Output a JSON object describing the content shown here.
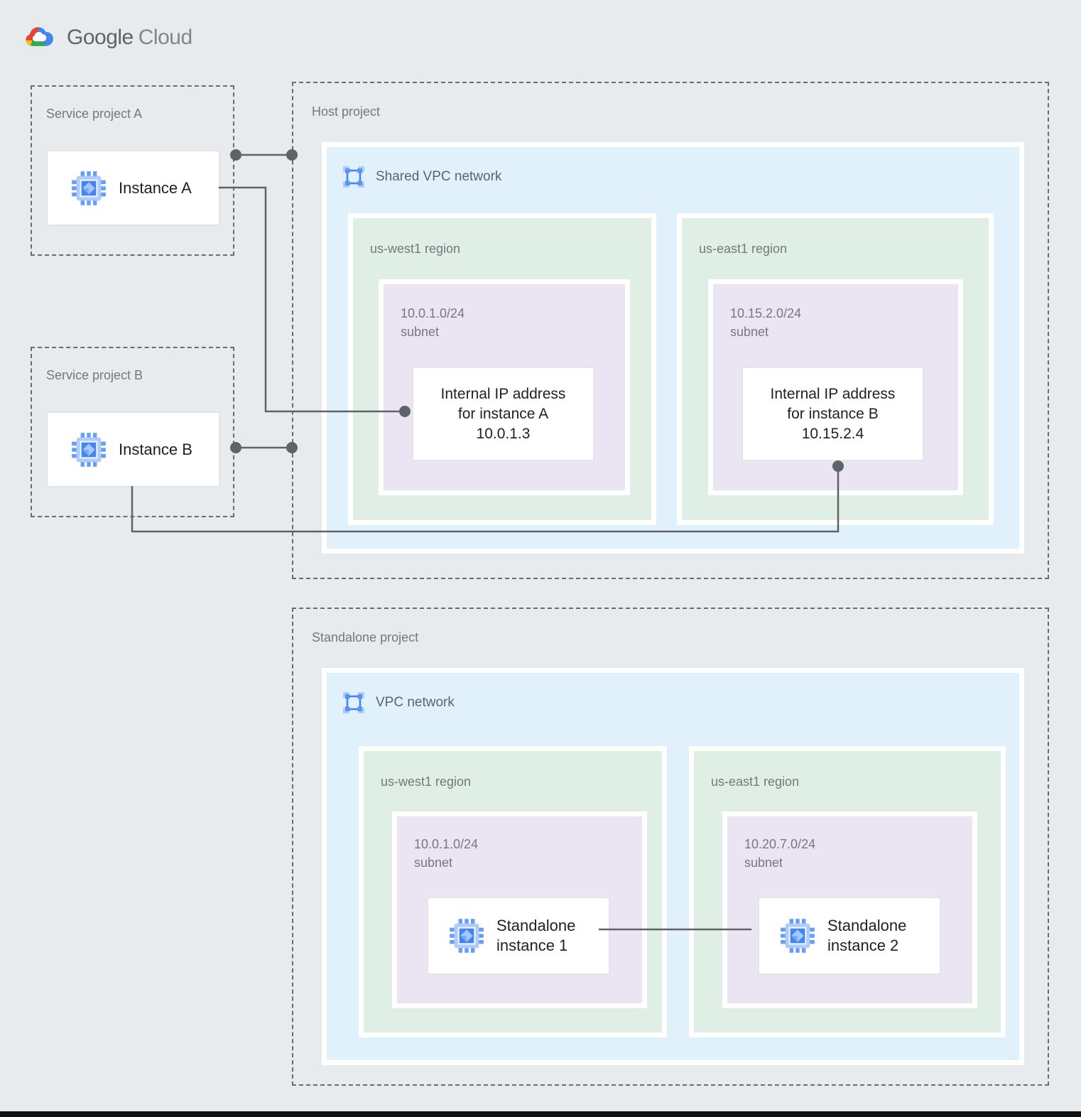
{
  "logo": {
    "google": "Google",
    "cloud": "Cloud"
  },
  "colors": {
    "background": "#e8ebee",
    "network_blue_bg": "#e0f1fb",
    "region_green_bg": "#e0efe5",
    "subnet_purple_bg": "#ebe5f3",
    "connector_gray": "#5f6368",
    "dashed_border_gray": "#696d71",
    "label_gray": "#75787b",
    "text_dark": "#202124",
    "logo_red": "#ea4335",
    "logo_blue": "#4285f4",
    "logo_yellow": "#fbbc05",
    "logo_green": "#34a853",
    "icon_blue_core": "#4285f4",
    "icon_blue_medium": "#669df6",
    "icon_blue_light": "#aecbfa"
  },
  "service_project_a": {
    "label": "Service project A",
    "instance_label": "Instance A"
  },
  "service_project_b": {
    "label": "Service project B",
    "instance_label": "Instance B"
  },
  "host_project": {
    "label": "Host project",
    "network_label": "Shared VPC network",
    "regions": [
      {
        "name": "us-west1 region",
        "subnet": {
          "cidr": "10.0.1.0/24",
          "word": "subnet"
        },
        "card": {
          "line1": "Internal IP address",
          "line2": "for instance A",
          "line3": "10.0.1.3"
        }
      },
      {
        "name": "us-east1 region",
        "subnet": {
          "cidr": "10.15.2.0/24",
          "word": "subnet"
        },
        "card": {
          "line1": "Internal IP address",
          "line2": "for instance B",
          "line3": "10.15.2.4"
        }
      }
    ]
  },
  "standalone_project": {
    "label": "Standalone project",
    "network_label": "VPC network",
    "regions": [
      {
        "name": "us-west1 region",
        "subnet": {
          "cidr": "10.0.1.0/24",
          "word": "subnet"
        },
        "instance": {
          "line1": "Standalone",
          "line2": "instance 1"
        }
      },
      {
        "name": "us-east1 region",
        "subnet": {
          "cidr": "10.20.7.0/24",
          "word": "subnet"
        },
        "instance": {
          "line1": "Standalone",
          "line2": "instance 2"
        }
      }
    ]
  }
}
